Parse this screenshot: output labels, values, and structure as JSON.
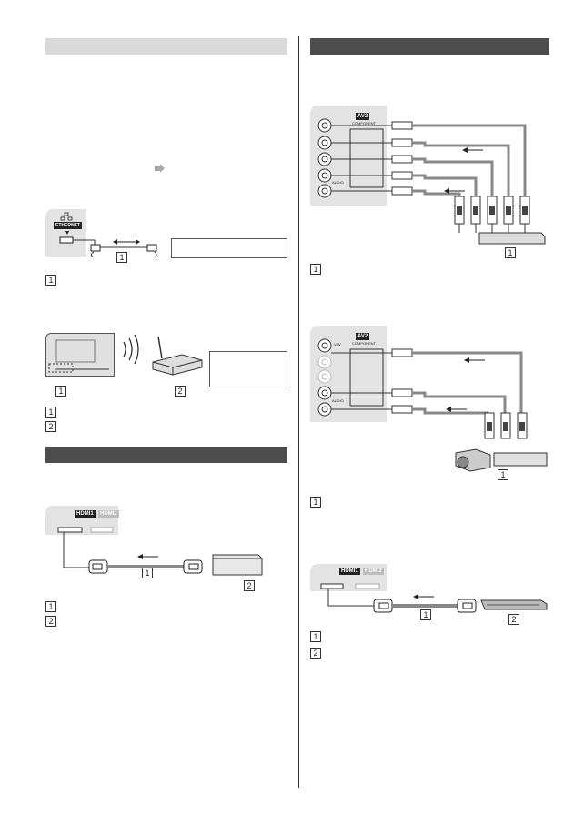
{
  "left": {
    "ethernet": {
      "port_label": "ETHERNET",
      "num1": "1"
    },
    "legend1": {
      "n1": "1"
    },
    "wireless": {
      "num1": "1",
      "num2": "2"
    },
    "legend2": {
      "n1": "1",
      "n2": "2"
    },
    "hdmi": {
      "hdmi1": "HDMI1",
      "hdmi2": "HDMI2",
      "num1": "1",
      "num2": "2"
    },
    "legend3": {
      "n1": "1",
      "n2": "2"
    }
  },
  "right": {
    "av_component": {
      "av2": "AV2",
      "component": "COMPONENT",
      "audio": "AUDIO",
      "num1": "1"
    },
    "legend4": {
      "n1": "1"
    },
    "av_composite": {
      "av2": "AV2",
      "component": "COMPONENT",
      "audio": "AUDIO",
      "video": "V/W",
      "num1": "1"
    },
    "legend5": {
      "n1": "1"
    },
    "hdmi": {
      "hdmi1": "HDMI1",
      "hdmi2": "HDMI2",
      "num1": "1",
      "num2": "2"
    },
    "legend6": {
      "n1": "1",
      "n2": "2"
    }
  }
}
